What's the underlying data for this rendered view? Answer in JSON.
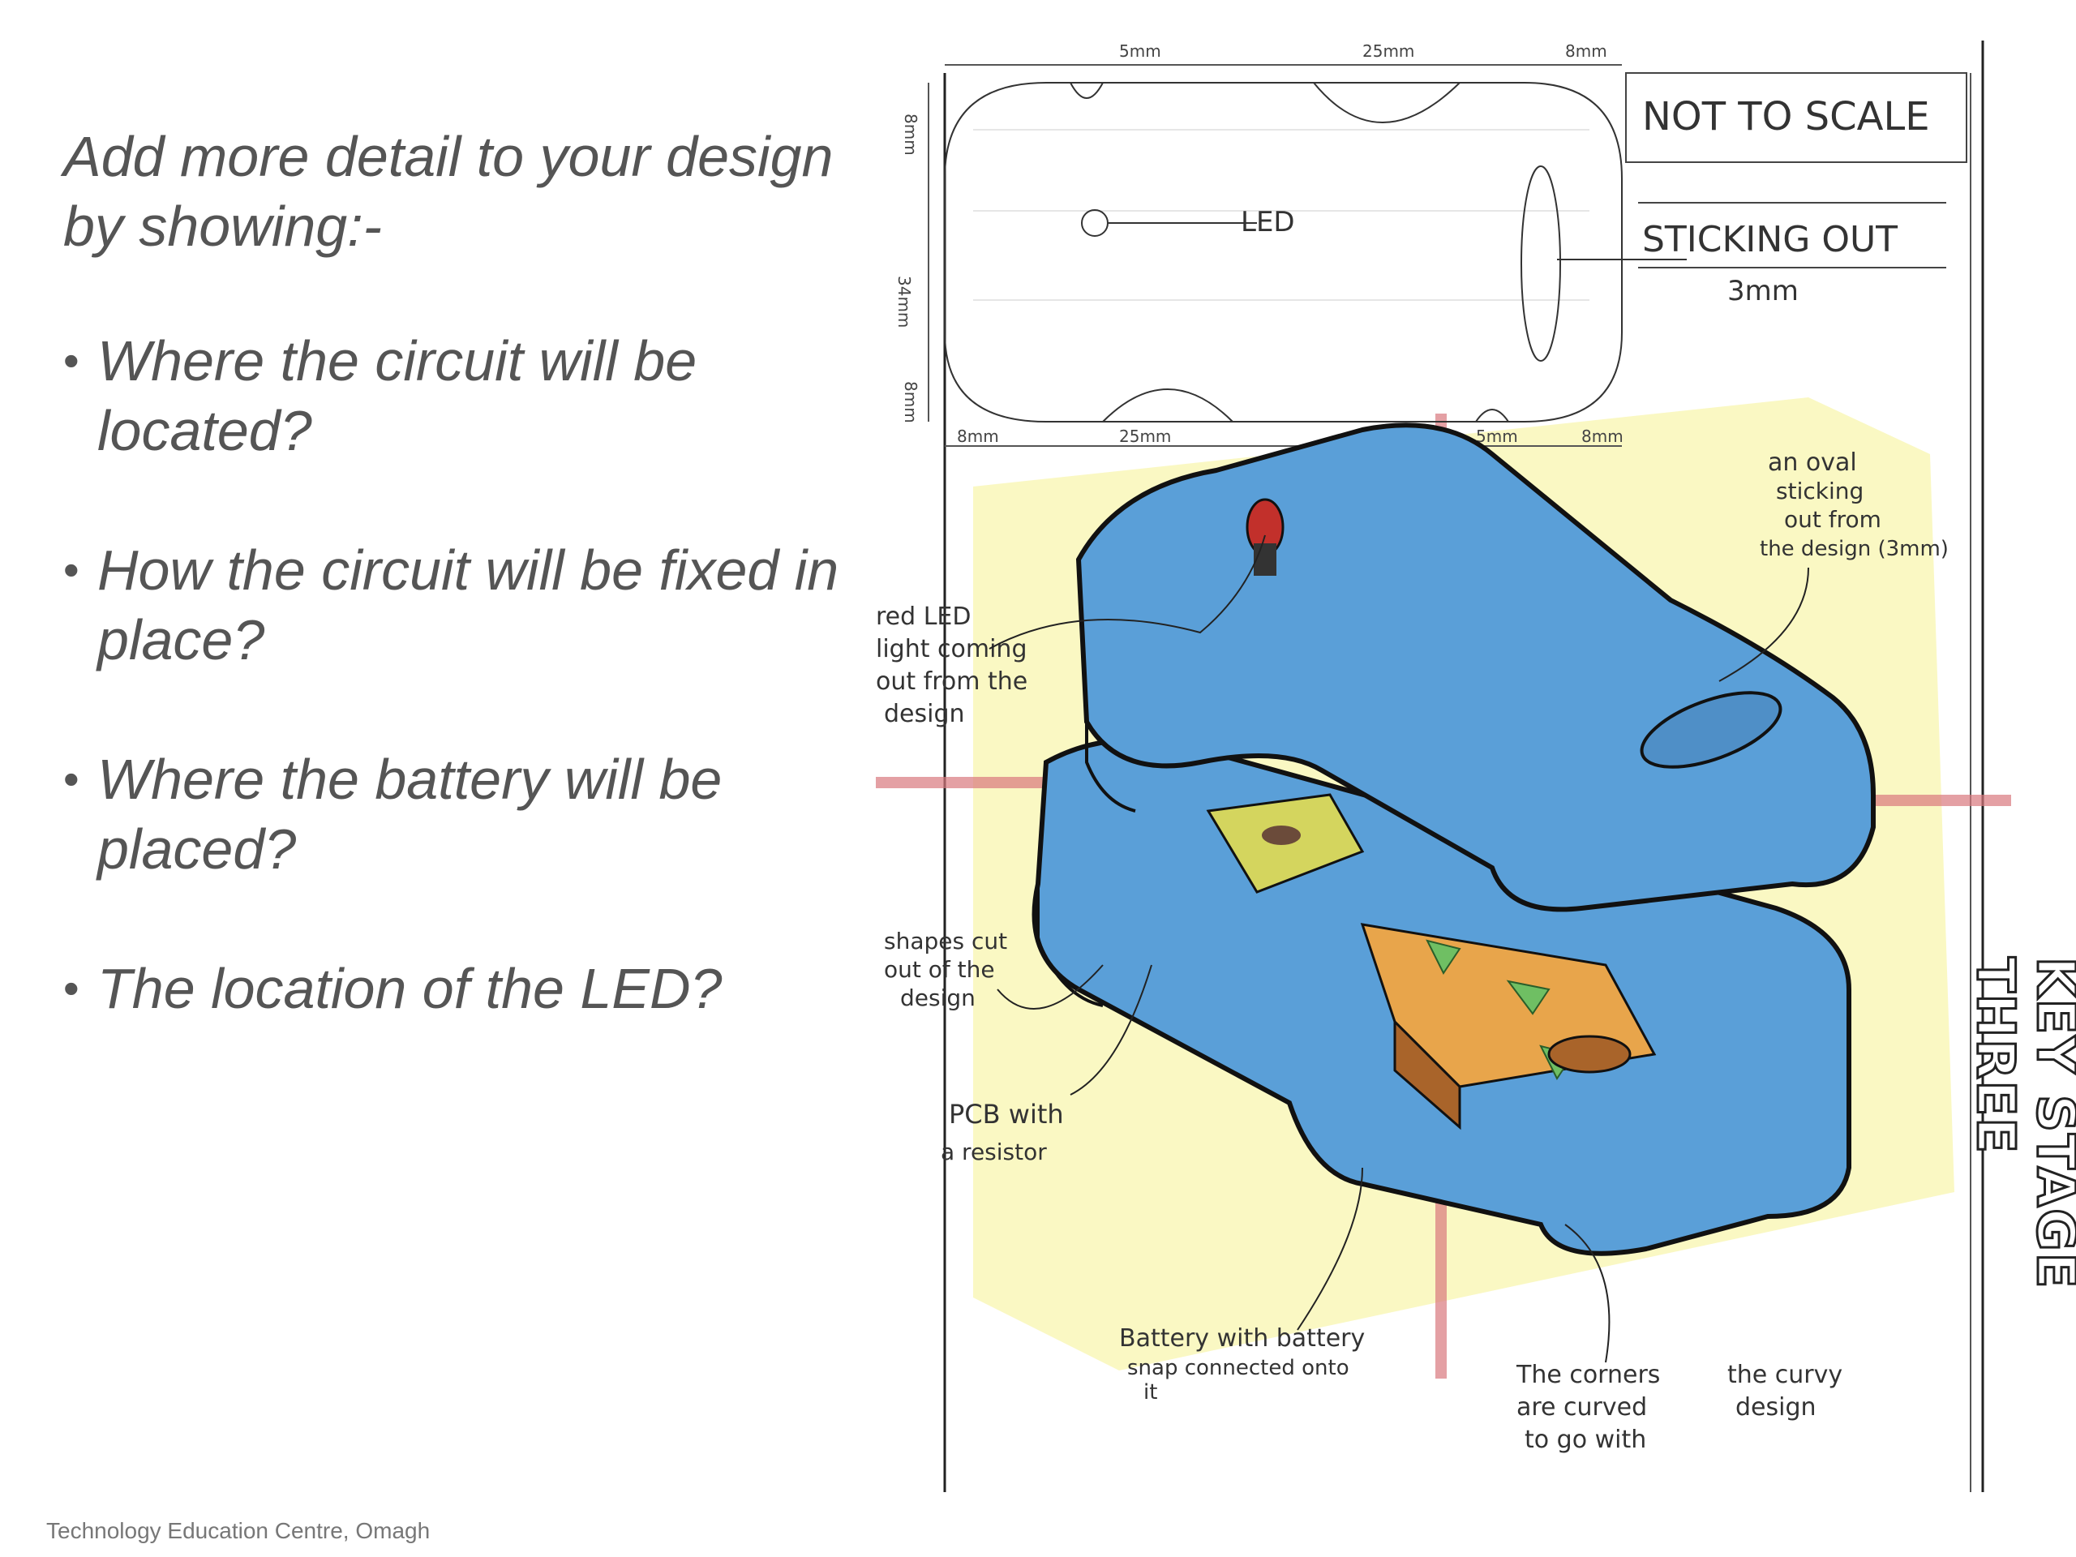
{
  "slide": {
    "intro": "Add more detail to your design by showing:-",
    "bullets": [
      "Where the circuit will be located?",
      "How the circuit will be fixed in place?",
      "Where the battery will be placed?",
      "The location of the LED?"
    ],
    "footer": "Technology Education Centre, Omagh"
  },
  "sketch": {
    "title_note": "NOT TO SCALE",
    "sticking_out": "STICKING OUT",
    "sticking_out_value": "3mm",
    "led_label": "LED",
    "dimensions": {
      "top_5": "5mm",
      "top_25": "25mm",
      "top_8": "8mm",
      "height_34": "34mm",
      "side_8_top": "8mm",
      "side_8_bottom": "8mm",
      "bottom_8_left": "8mm",
      "bottom_25": "25mm",
      "bottom_5": "5mm",
      "bottom_8_right": "8mm"
    },
    "annotations": {
      "red_led": [
        "red LED",
        "light coming",
        "out from the",
        "design"
      ],
      "oval": [
        "an oval",
        "sticking",
        "out from",
        "the design (3mm)"
      ],
      "shapes": [
        "shapes cut",
        "out of the",
        "design"
      ],
      "pcb": [
        "PCB with",
        "a resistor"
      ],
      "battery": [
        "Battery with battery",
        "snap connected onto",
        "it"
      ],
      "corners": [
        "The corners",
        "are curved",
        "to go with"
      ],
      "curvy": [
        "the curvy",
        "design"
      ]
    },
    "key_stage": "KEY STAGE THREE"
  },
  "colors": {
    "text": "#555555",
    "body_blue": "#5a9fd8",
    "highlight_yellow": "#f3f07a",
    "red_line": "#d9777d",
    "battery_orange": "#e8a54b"
  }
}
